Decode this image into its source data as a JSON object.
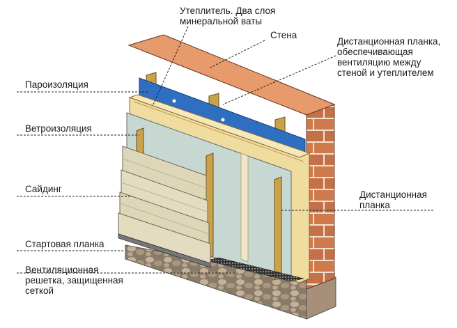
{
  "labels": {
    "insulation": "Утеплитель. Два слоя\nминеральной ваты",
    "wall": "Стена",
    "spacer_batten_top": "Дистанционная планка,\nобеспечивающая\nвентиляцию между\nстеной и утеплителем",
    "vapor_barrier": "Пароизоляция",
    "wind_barrier": "Ветроизоляция",
    "siding": "Сайдинг",
    "spacer_batten_right": "Дистанционная\nпланка",
    "starter_strip": "Стартовая планка",
    "vent_grille": "Вентиляционная\nрешетка, защищенная\nсеткой"
  },
  "colors": {
    "brick": "#d9875a",
    "brick_mortar": "#efe3d0",
    "vapor_barrier": "#2f6fc2",
    "wind_barrier": "#c7d8d3",
    "wood_batten": "#c9a24a",
    "insulation": "#f1dca0",
    "siding": "#ddd6b8",
    "foundation_stone": "#b9a58e"
  }
}
